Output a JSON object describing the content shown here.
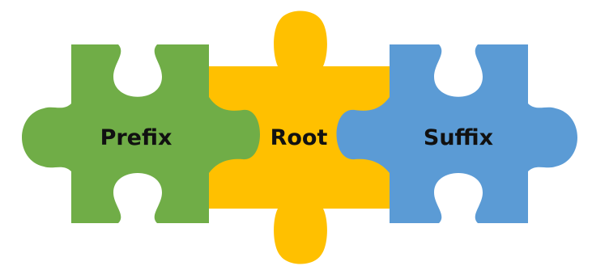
{
  "pieces": [
    {
      "id": "prefix",
      "label": "Prefix",
      "color": "#70AD47"
    },
    {
      "id": "root",
      "label": "Root",
      "color": "#FFC000"
    },
    {
      "id": "suffix",
      "label": "Suffix",
      "color": "#5B9BD5"
    }
  ],
  "background_color": "#FFFFFF",
  "label_color": "#111111"
}
